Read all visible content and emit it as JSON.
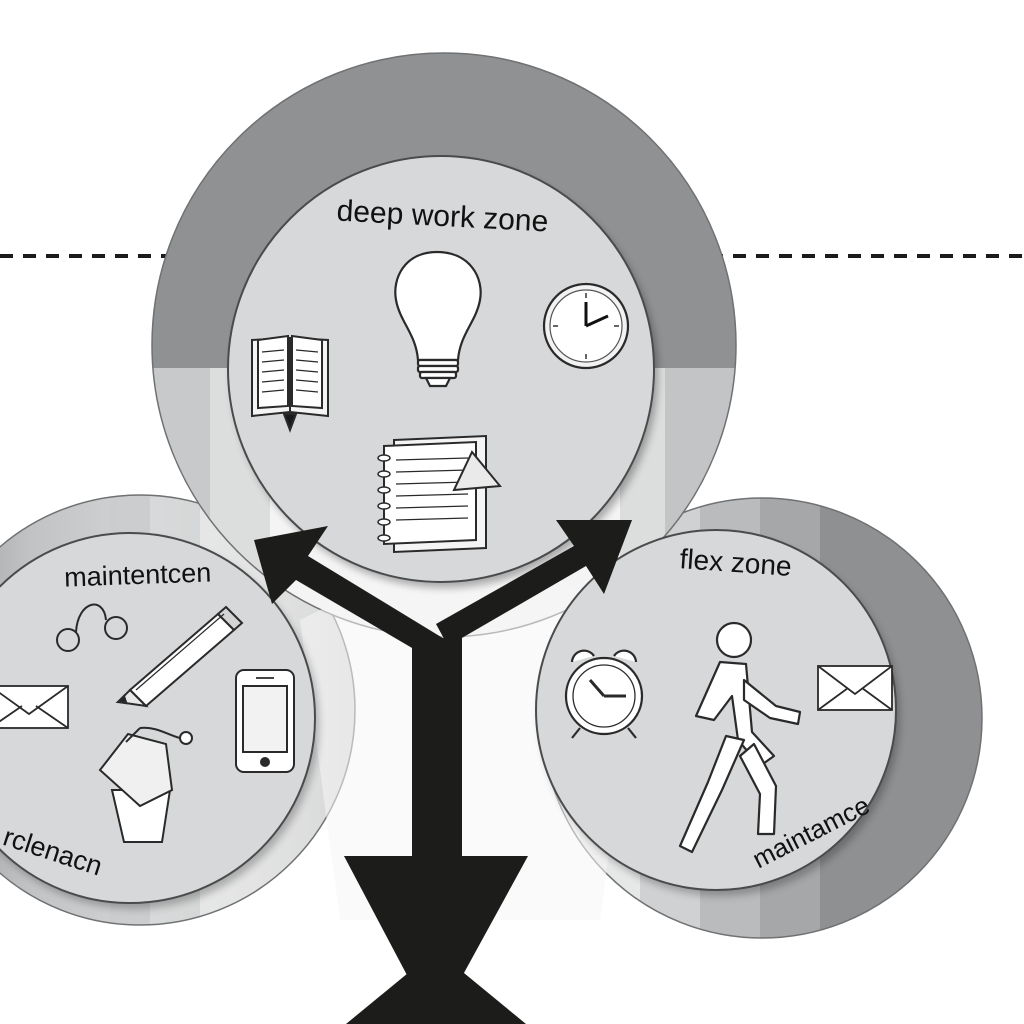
{
  "diagram": {
    "zones": {
      "deep_work": {
        "title": "deep work zone",
        "icons": [
          "open-book-icon",
          "lightbulb-icon",
          "wall-clock-icon",
          "notepad-icon"
        ]
      },
      "maintenance": {
        "title": "maintentcen",
        "footer": "rclenacn",
        "icons": [
          "earbuds-icon",
          "pencil-icon",
          "envelope-icon",
          "smartphone-icon",
          "cup-icon"
        ]
      },
      "flex": {
        "title": "flex zone",
        "footer": "maintamce",
        "icons": [
          "alarm-clock-icon",
          "walking-person-icon",
          "envelope-icon"
        ]
      }
    },
    "connector": "three-way-arrow"
  },
  "colors": {
    "outer_ring": "#8f9193",
    "inner_disc": "#d7d9da",
    "arrow": "#1c1c1a",
    "background": "#ffffff"
  }
}
